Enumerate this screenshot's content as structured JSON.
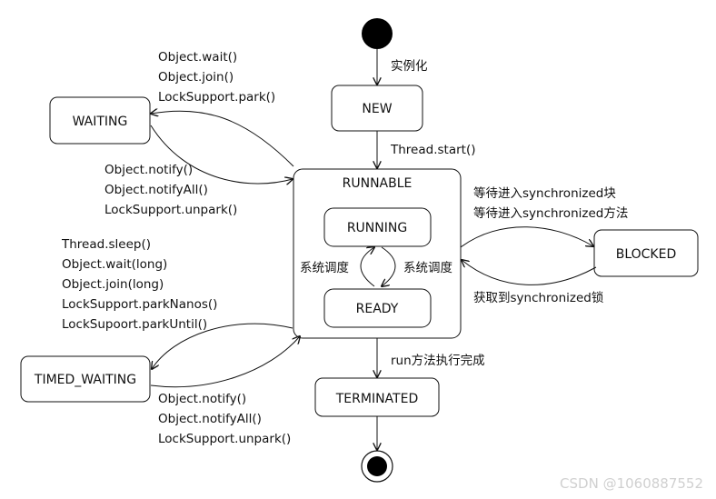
{
  "states": {
    "new": "NEW",
    "runnable": "RUNNABLE",
    "running": "RUNNING",
    "ready": "READY",
    "waiting": "WAITING",
    "timed_waiting": "TIMED_WAITING",
    "blocked": "BLOCKED",
    "terminated": "TERMINATED"
  },
  "transitions": {
    "start_to_new": "实例化",
    "new_to_runnable": "Thread.start()",
    "runnable_to_waiting": [
      "Object.wait()",
      "Object.join()",
      "LockSupport.park()"
    ],
    "waiting_to_runnable": [
      "Object.notify()",
      "Object.notifyAll()",
      "LockSupport.unpark()"
    ],
    "runnable_to_timed_waiting": [
      "Thread.sleep()",
      "Object.wait(long)",
      "Object.join(long)",
      "LockSupport.parkNanos()",
      "LockSupoort.parkUntil()"
    ],
    "timed_waiting_to_runnable": [
      "Object.notify()",
      "Object.notifyAll()",
      "LockSupport.unpark()"
    ],
    "runnable_to_blocked": [
      "等待进入synchronized块",
      "等待进入synchronized方法"
    ],
    "blocked_to_runnable": "获取到synchronized锁",
    "schedule_left": "系统调度",
    "schedule_right": "系统调度",
    "runnable_to_terminated": "run方法执行完成"
  },
  "watermark": "CSDN @1060887552",
  "colors": {
    "stroke": "#111111",
    "fill": "#ffffff",
    "watermark": "#d0d0d0"
  }
}
